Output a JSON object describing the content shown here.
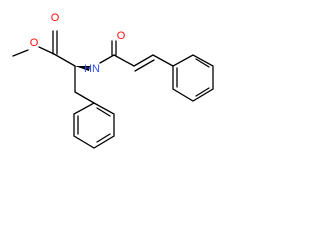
{
  "molecule": {
    "atoms": {
      "ester_carbonyl_oxygen": "O",
      "ester_oxygen": "O",
      "amide_nitrogen": "N",
      "amide_hydrogen": "H",
      "amide_carbonyl_oxygen": "O"
    },
    "colors": {
      "bond": "#000000",
      "oxygen": "#ff0d0d",
      "nitrogen": "#3050f8"
    }
  }
}
